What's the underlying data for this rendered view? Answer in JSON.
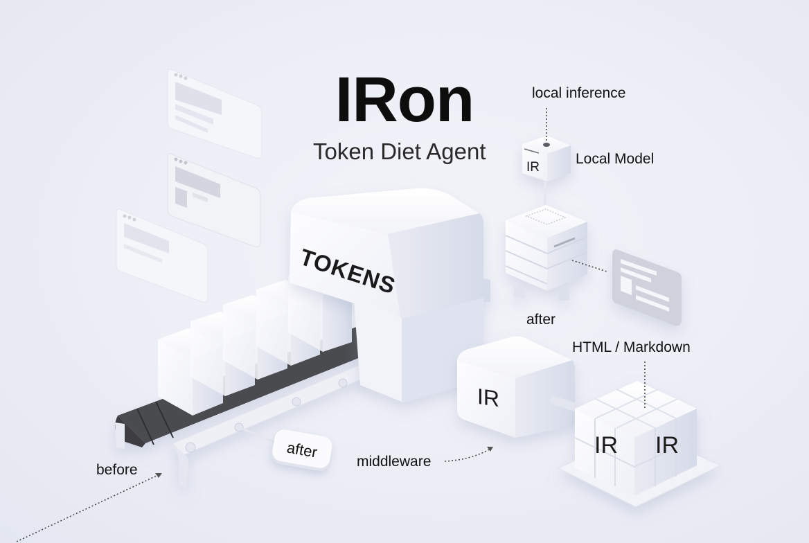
{
  "header": {
    "title": "IRon",
    "subtitle": "Token Diet Agent"
  },
  "labels": {
    "local_inference": "local inference",
    "local_model": "Local Model",
    "after_right": "after",
    "html_markdown": "HTML / Markdown",
    "middleware": "middleware",
    "before": "before",
    "after_tag": "after"
  },
  "machine": {
    "tokens_label": "TOKENS"
  },
  "blocks": {
    "ir_middle": "IR",
    "ir_small": "IR",
    "ir_cube_left": "IR",
    "ir_cube_right": "IR"
  },
  "colors": {
    "background": "#eceef6",
    "object_white": "#fbfbfd",
    "object_shade": "#dfe3ef",
    "belt_dark": "#4a4b50",
    "text": "#111111"
  }
}
